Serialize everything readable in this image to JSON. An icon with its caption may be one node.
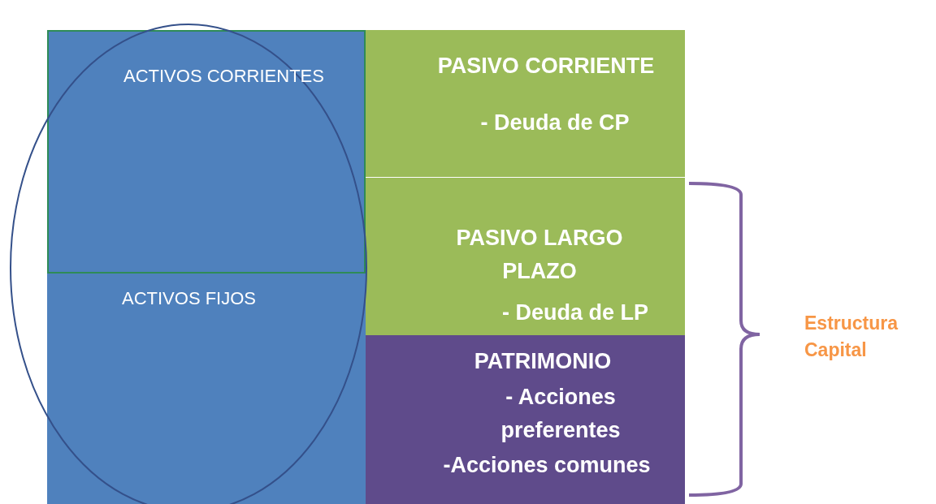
{
  "diagram": {
    "nodes": [
      {
        "text": [
          "ACTIVOS CORRIENTES"
        ]
      },
      {
        "text": [
          "ACTIVOS FIJOS"
        ]
      },
      {
        "text": [
          "PASIVO CORRIENTE",
          "- Deuda de CP"
        ]
      },
      {
        "text": [
          "PASIVO LARGO PLAZO",
          "- Deuda de LP"
        ]
      },
      {
        "text": [
          "PATRIMONIO",
          "- Acciones preferentes",
          "-Acciones comunes"
        ]
      }
    ],
    "edges": [],
    "labels": [
      "Estructura Capital"
    ]
  }
}
